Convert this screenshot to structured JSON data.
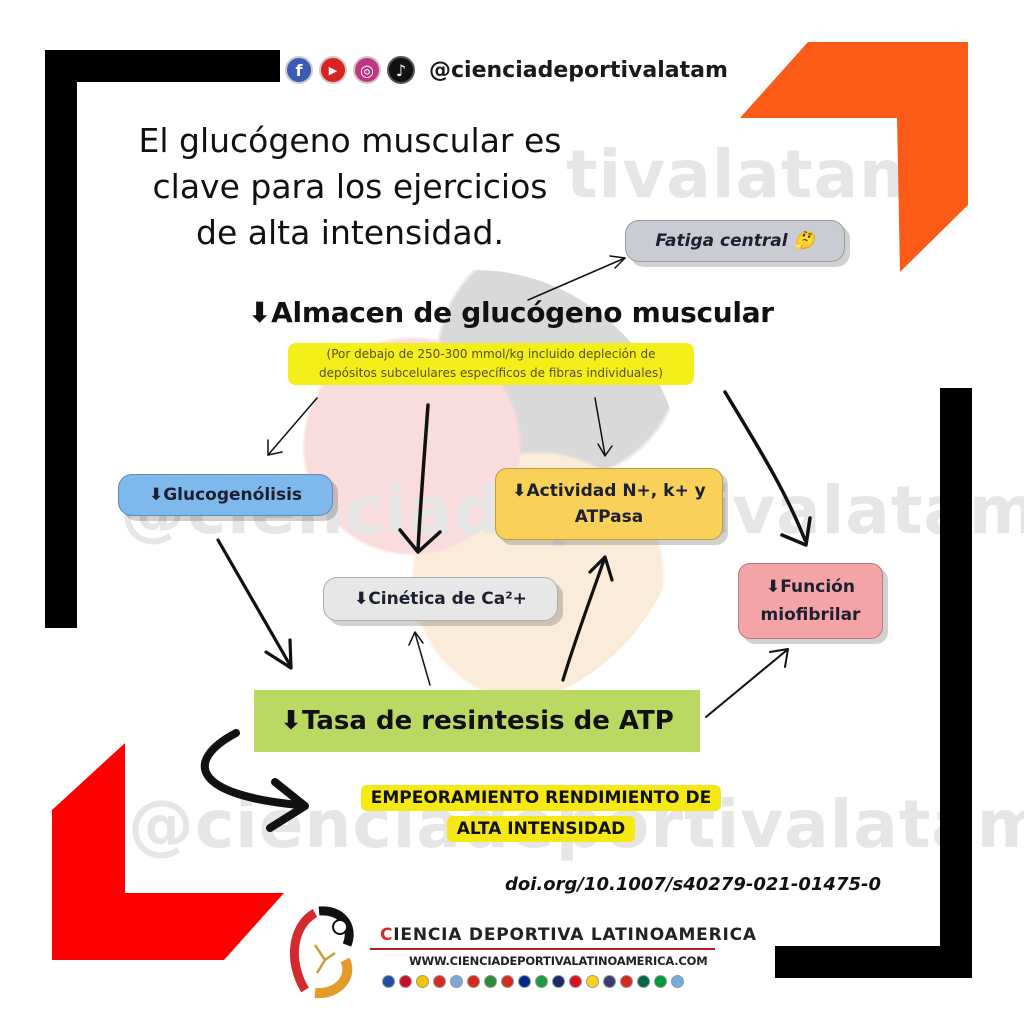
{
  "header": {
    "social_icons": [
      {
        "name": "facebook-icon",
        "glyph": "f",
        "color": "#3b5bb5"
      },
      {
        "name": "youtube-icon",
        "glyph": "▶",
        "color": "#d92222"
      },
      {
        "name": "instagram-icon",
        "glyph": "◎",
        "color": "#c13584"
      },
      {
        "name": "tiktok-icon",
        "glyph": "♪",
        "color": "#111111"
      }
    ],
    "handle": "@cienciadeportivalatam"
  },
  "title": {
    "line1": "El glucógeno muscular es",
    "line2": "clave para los ejercicios",
    "line3": "de alta intensidad."
  },
  "diagram": {
    "root": {
      "label": "⬇Almacen de glucógeno muscular",
      "note_line1": "(Por debajo de 250-300 mmol/kg incluido depleción de",
      "note_line2": "depósitos subcelulares específicos de fibras individuales)"
    },
    "nodes": {
      "fatiga": {
        "label": "Fatiga central 🤔",
        "color": "#c9ccd3"
      },
      "glucogenolisis": {
        "label": "⬇Glucogenólisis",
        "color": "#7fb8ec"
      },
      "actividad": {
        "line1": "⬇Actividad N+, k+ y",
        "line2": "ATPasa",
        "color": "#f8d05a"
      },
      "cinetica": {
        "label": "⬇Cinética de Ca²+",
        "color": "#e7e7e7"
      },
      "funcion": {
        "line1": "⬇Función",
        "line2": "miofibrilar",
        "color": "#f4a3a6"
      },
      "tasa": {
        "label": "⬇Tasa de resintesis de ATP",
        "color": "#b9d962"
      }
    },
    "outcome": {
      "line1": "EMPEORAMIENTO RENDIMIENTO DE",
      "line2": "ALTA INTENSIDAD",
      "color": "#f6e812"
    }
  },
  "reference": {
    "doi": "doi.org/10.1007/s40279-021-01475-0"
  },
  "footer": {
    "brand_first_letter": "C",
    "brand_rest": "IENCIA DEPORTIVA LATINOAMERICA",
    "url": "WWW.CIENCIADEPORTIVALATINOAMERICA.COM",
    "flags": [
      "#1e4fa0",
      "#c8102e",
      "#f2c500",
      "#d52b1e",
      "#7ba7d8",
      "#d52b1e",
      "#2e8b3a",
      "#d52b1e",
      "#002a8f",
      "#1a9c3e",
      "#1a2a6c",
      "#d91023",
      "#fcd116",
      "#3c3b6e",
      "#d52b1e",
      "#006847",
      "#009c3b",
      "#74acdf"
    ]
  },
  "watermark": {
    "text": "@cienciadeportivalatam"
  },
  "colors": {
    "orange_corner": "#fb5a17",
    "red_corner": "#ff0000",
    "frame": "#000000"
  }
}
